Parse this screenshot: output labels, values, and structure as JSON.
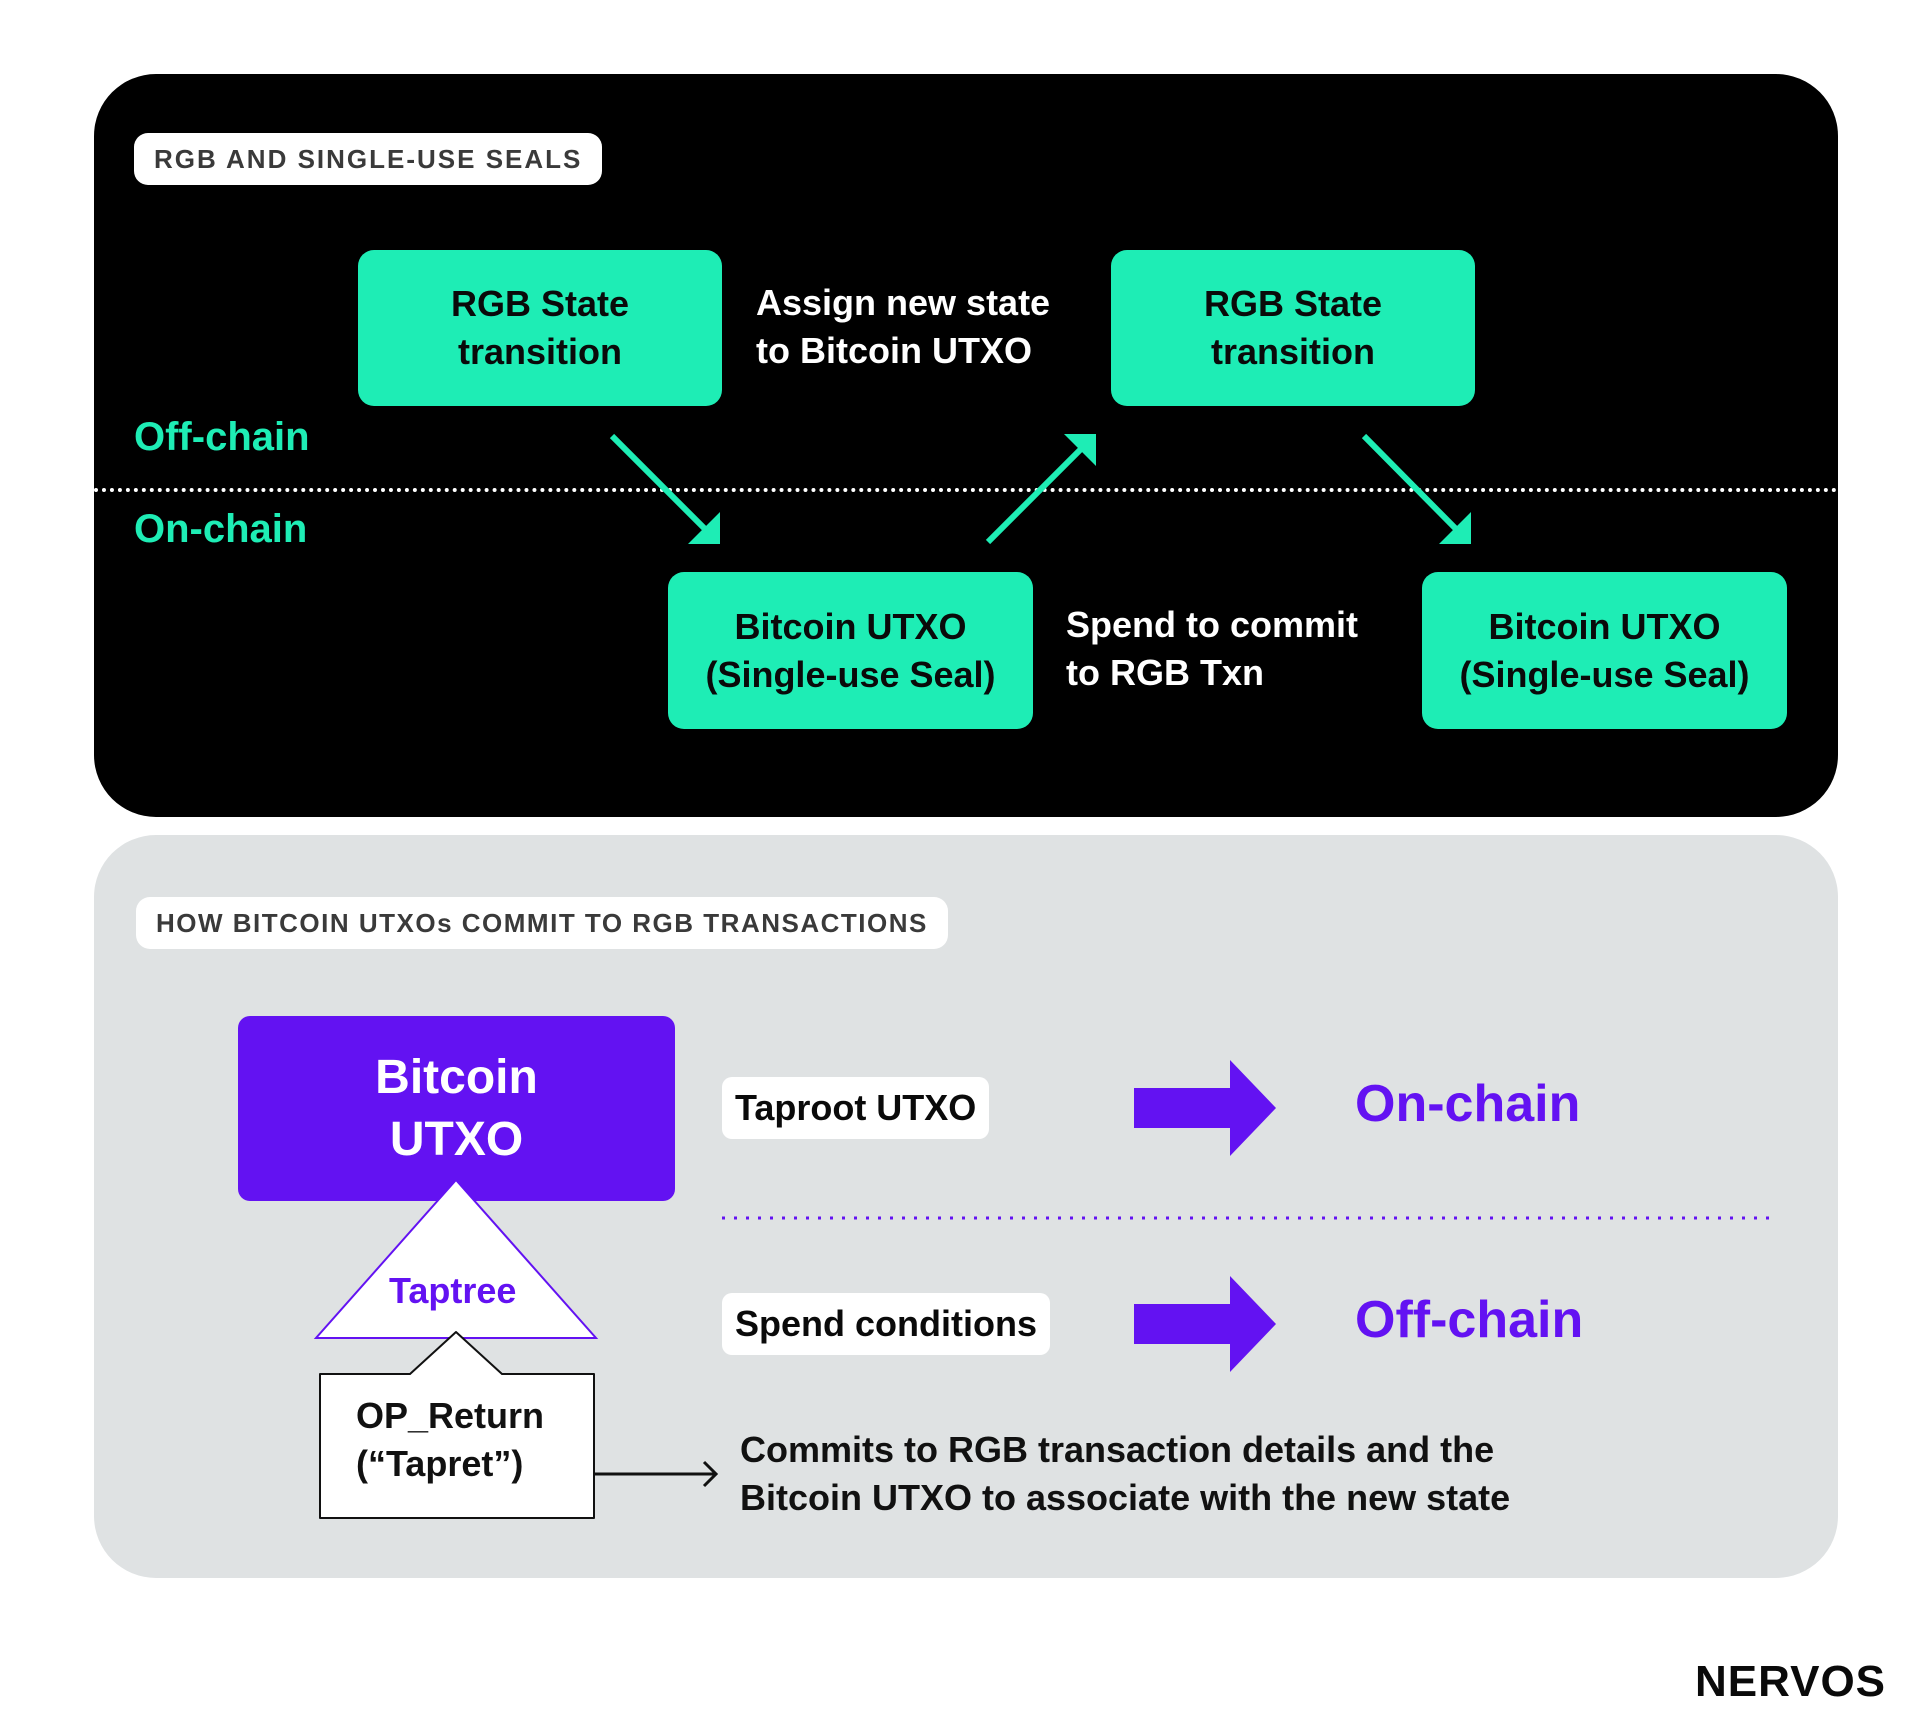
{
  "top_panel": {
    "title": "RGB AND SINGLE-USE SEALS",
    "off_chain_label": "Off-chain",
    "on_chain_label": "On-chain",
    "state_box_1": "RGB State\ntransition",
    "state_box_2": "RGB State\ntransition",
    "assign_text": "Assign new state\nto Bitcoin UTXO",
    "utxo_box_1": "Bitcoin UTXO\n(Single-use Seal)",
    "utxo_box_2": "Bitcoin UTXO\n(Single-use Seal)",
    "spend_text": "Spend to commit\nto RGB Txn"
  },
  "bottom_panel": {
    "title": "HOW BITCOIN UTXOs COMMIT TO RGB TRANSACTIONS",
    "bitcoin_box": "Bitcoin\nUTXO",
    "taptree_label": "Taptree",
    "op_return": "OP_Return\n(“Tapret”)",
    "taproot_tag": "Taproot UTXO",
    "spend_tag": "Spend conditions",
    "on_chain": "On-chain",
    "off_chain": "Off-chain",
    "commit_text": "Commits to RGB transaction details and the\nBitcoin UTXO to associate with the new state"
  },
  "brand": {
    "logo": "NERVOS"
  },
  "colors": {
    "mint": "#1eedb5",
    "purple": "#6312f2",
    "panel_dark": "#000000",
    "panel_light": "#dfe2e3"
  }
}
